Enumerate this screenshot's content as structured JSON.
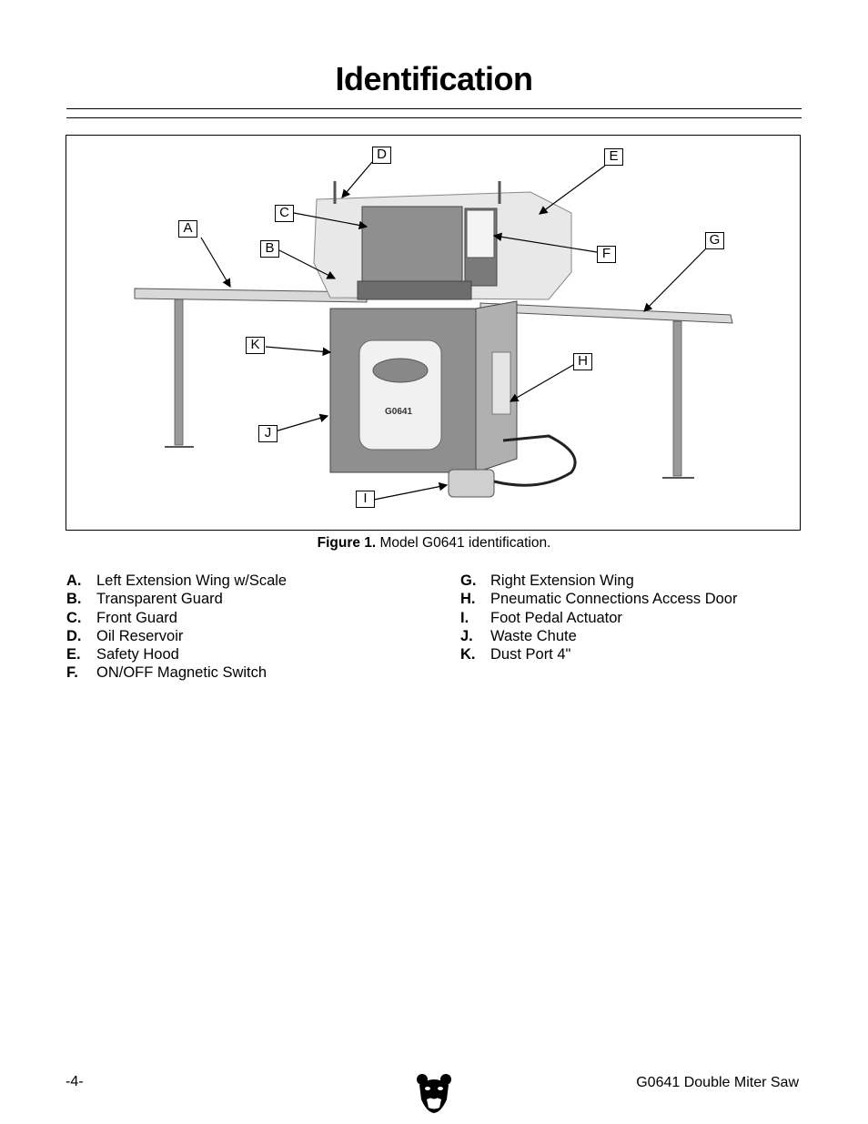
{
  "page": {
    "title": "Identification",
    "figure_caption_label": "Figure 1.",
    "figure_caption_text": " Model G0641 identification.",
    "machine_plate": "G0641",
    "callouts": [
      "A",
      "B",
      "C",
      "D",
      "E",
      "F",
      "G",
      "H",
      "I",
      "J",
      "K"
    ],
    "parts_left": [
      {
        "key": "A.",
        "label": "Left Extension Wing w/Scale"
      },
      {
        "key": "B.",
        "label": "Transparent Guard"
      },
      {
        "key": "C.",
        "label": "Front Guard"
      },
      {
        "key": "D.",
        "label": "Oil Reservoir"
      },
      {
        "key": "E.",
        "label": "Safety Hood"
      },
      {
        "key": "F.",
        "label": "ON/OFF Magnetic Switch"
      }
    ],
    "parts_right": [
      {
        "key": "G.",
        "label": "Right Extension Wing"
      },
      {
        "key": "H.",
        "label": "Pneumatic Connections Access Door"
      },
      {
        "key": "I.",
        "label": "Foot Pedal Actuator"
      },
      {
        "key": "J.",
        "label": "Waste Chute"
      },
      {
        "key": "K.",
        "label": "Dust Port 4\""
      }
    ],
    "footer_page": "-4-",
    "footer_model": "G0641 Double Miter Saw"
  }
}
